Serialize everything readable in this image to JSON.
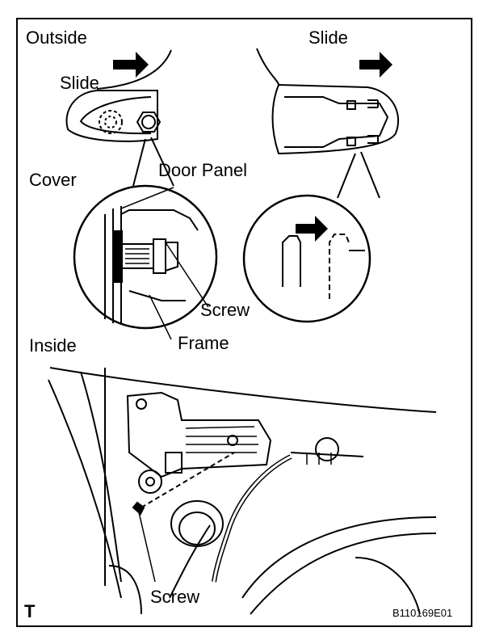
{
  "labels": {
    "outside": "Outside",
    "slide_left": "Slide",
    "slide_right": "Slide",
    "cover": "Cover",
    "door_panel": "Door Panel",
    "screw_upper": "Screw",
    "frame": "Frame",
    "inside": "Inside",
    "screw_lower": "Screw",
    "corner_mark": "T",
    "figure_code": "B110169E01"
  },
  "icons": {
    "arrow": "right-arrow-icon"
  }
}
